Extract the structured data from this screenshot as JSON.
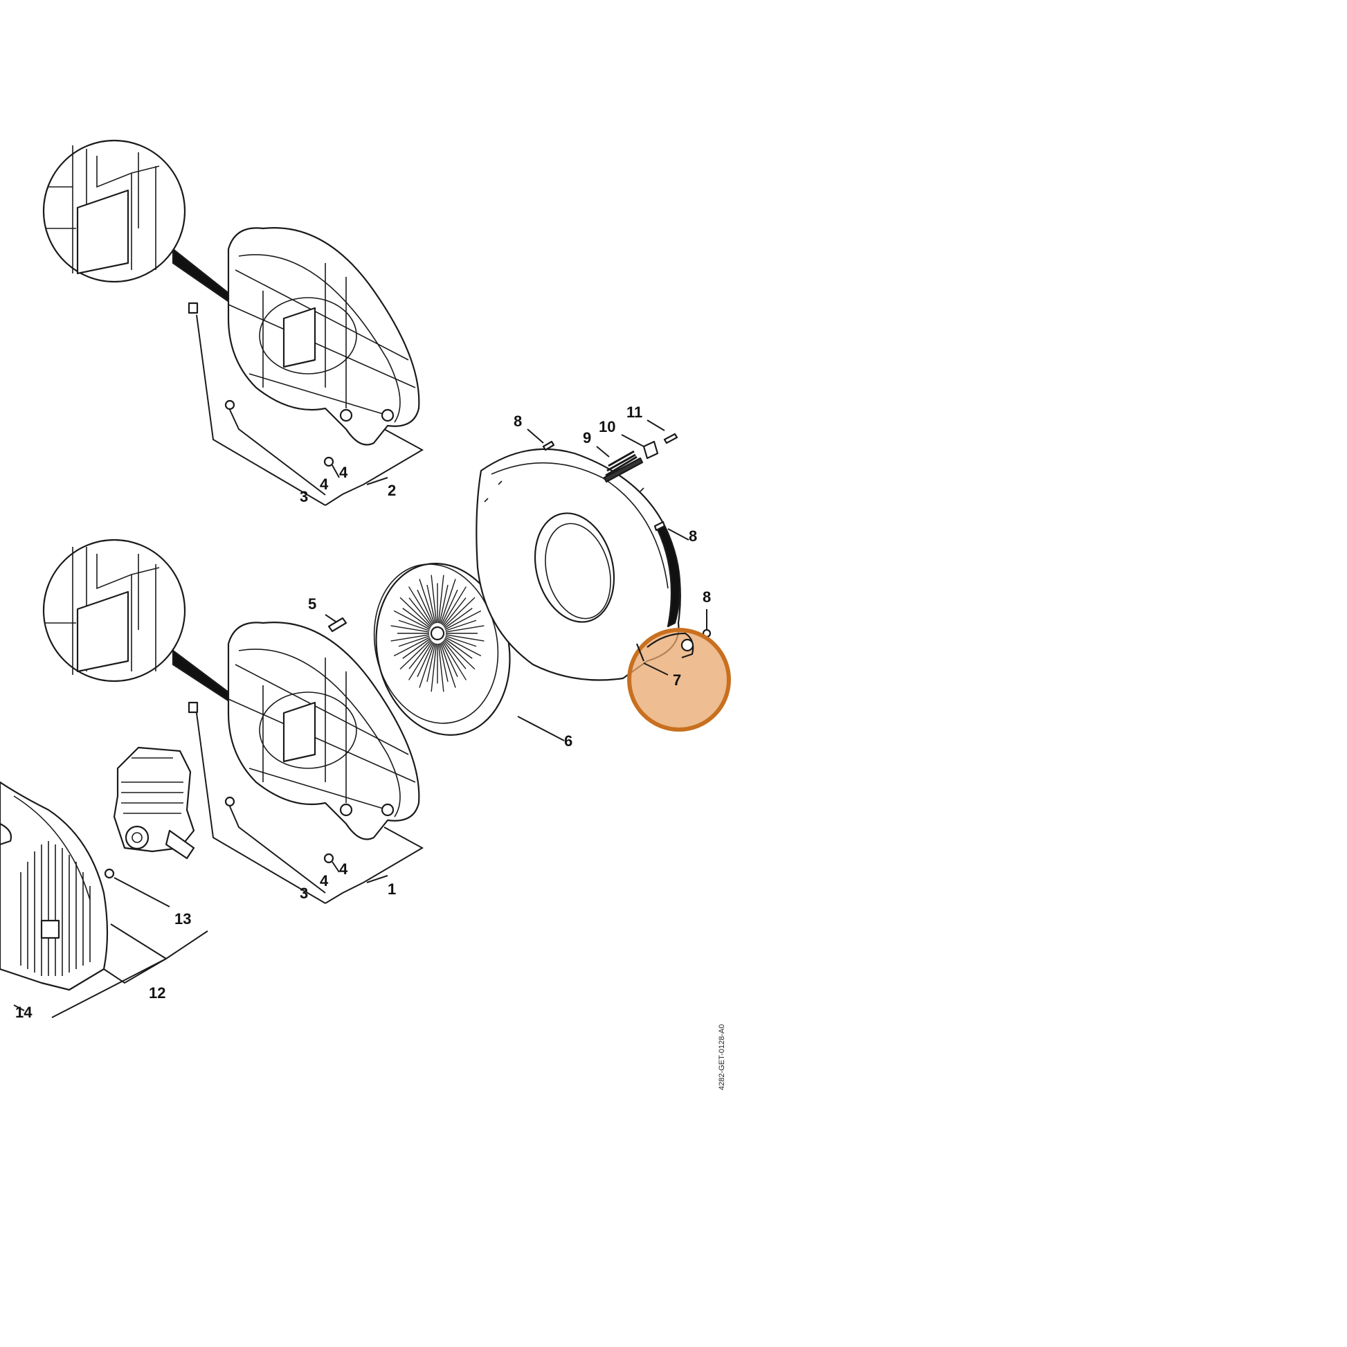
{
  "diagram": {
    "doc_ref": "4282-GET-0128-A0",
    "highlight_color": "#e8a76c",
    "highlight_part": "7",
    "callouts": {
      "c1": "1",
      "c2": "2",
      "c3a": "3",
      "c3b": "3",
      "c4a": "4",
      "c4b": "4",
      "c4c": "4",
      "c4d": "4",
      "c5": "5",
      "c6": "6",
      "c7": "7",
      "c8a": "8",
      "c8b": "8",
      "c8c": "8",
      "c9": "9",
      "c10": "10",
      "c11": "11",
      "c12": "12",
      "c13": "13",
      "c14": "14"
    }
  }
}
